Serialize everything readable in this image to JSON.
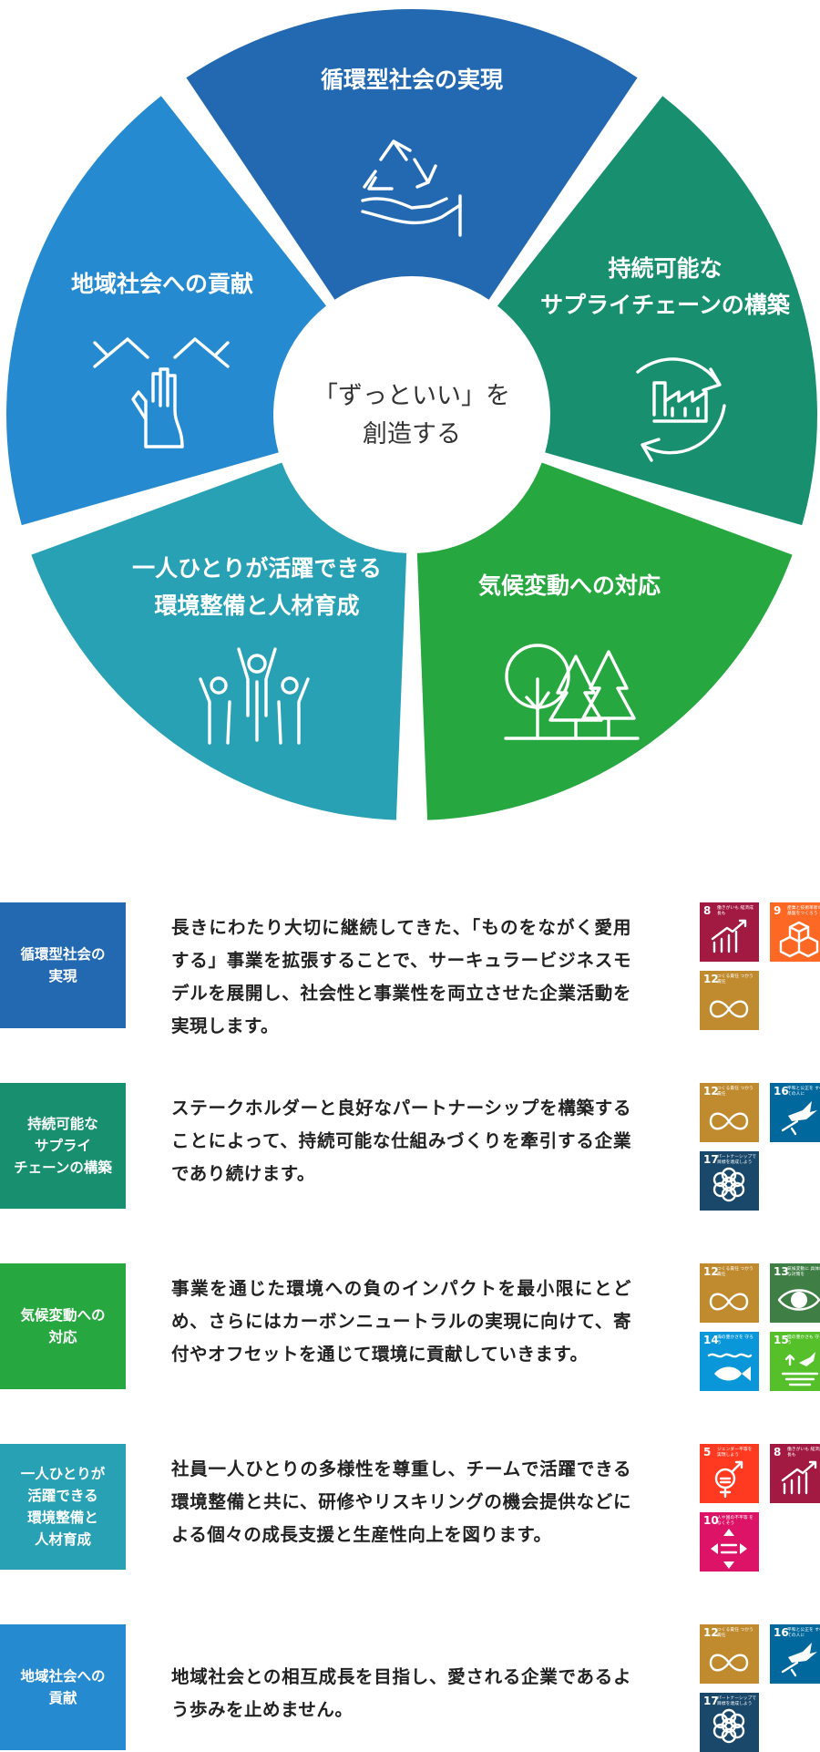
{
  "wheel": {
    "center": {
      "line1": "「ずっといい」を",
      "line2": "創造する"
    },
    "segments": [
      {
        "id": "circular",
        "lines": [
          "循環型社会の実現"
        ],
        "color": "#2369b1",
        "icon": "recycle-hand-icon"
      },
      {
        "id": "supply",
        "lines": [
          "持続可能な",
          "サプライチェーンの構築"
        ],
        "color": "#188f6e",
        "icon": "factory-cycle-icon"
      },
      {
        "id": "climate",
        "lines": [
          "気候変動への対応"
        ],
        "color": "#27a73f",
        "icon": "trees-icon"
      },
      {
        "id": "people",
        "lines": [
          "一人ひとりが活躍できる",
          "環境整備と人材育成"
        ],
        "color": "#29a1b4",
        "icon": "people-cheering-icon"
      },
      {
        "id": "community",
        "lines": [
          "地域社会への貢献"
        ],
        "color": "#268ad0",
        "icon": "joined-hands-icon"
      }
    ]
  },
  "rows": [
    {
      "label": "循環型社会の\n実現",
      "color": "#2369b1",
      "desc": "長きにわたり大切に継続してきた、「ものをながく愛用する」事業を拡張することで、サーキュラービジネスモデルを展開し、社会性と事業性を両立させた企業活動を実現します。",
      "sdgs": [
        {
          "num": "8",
          "caption": "働きがいも 経済成長も",
          "color": "#a21942",
          "icon": "growth-chart-icon"
        },
        {
          "num": "9",
          "caption": "産業と技術革新の 基盤をつくろう",
          "color": "#fd6925",
          "icon": "cubes-icon"
        },
        {
          "num": "12",
          "caption": "つくる責任 つかう責任",
          "color": "#bf8b2e",
          "icon": "infinity-icon"
        }
      ]
    },
    {
      "label": "持続可能な\nサプライ\nチェーンの構築",
      "color": "#188f6e",
      "desc": "ステークホルダーと良好なパートナーシップを構築することによって、持続可能な仕組みづくりを牽引する企業であり続けます。",
      "sdgs": [
        {
          "num": "12",
          "caption": "つくる責任 つかう責任",
          "color": "#bf8b2e",
          "icon": "infinity-icon"
        },
        {
          "num": "16",
          "caption": "平和と公正を すべての人に",
          "color": "#00689d",
          "icon": "dove-icon"
        },
        {
          "num": "17",
          "caption": "パートナーシップで 目標を達成しよう",
          "color": "#19486a",
          "icon": "flower-rings-icon"
        }
      ]
    },
    {
      "label": "気候変動への\n対応",
      "color": "#27a73f",
      "desc": "事業を通じた環境への負のインパクトを最小限にとどめ、さらにはカーボンニュートラルの実現に向けて、寄付やオフセットを通じて環境に貢献していきます。",
      "sdgs": [
        {
          "num": "12",
          "caption": "つくる責任 つかう責任",
          "color": "#bf8b2e",
          "icon": "infinity-icon"
        },
        {
          "num": "13",
          "caption": "気候変動に 具体的な対策を",
          "color": "#3f7e44",
          "icon": "eye-globe-icon"
        },
        {
          "num": "14",
          "caption": "海の豊かさを 守ろう",
          "color": "#0a97d9",
          "icon": "fish-icon"
        },
        {
          "num": "15",
          "caption": "陸の豊かさも 守ろう",
          "color": "#56c02b",
          "icon": "land-bird-icon"
        }
      ]
    },
    {
      "label": "一人ひとりが\n活躍できる\n環境整備と\n人材育成",
      "color": "#29a1b4",
      "desc": "社員一人ひとりの多様性を尊重し、チームで活躍できる環境整備と共に、研修やリスキリングの機会提供などによる個々の成長支援と生産性向上を図ります。",
      "sdgs": [
        {
          "num": "5",
          "caption": "ジェンダー平等を 実現しよう",
          "color": "#ff3a21",
          "icon": "gender-icon"
        },
        {
          "num": "8",
          "caption": "働きがいも 経済成長も",
          "color": "#a21942",
          "icon": "growth-chart-icon"
        },
        {
          "num": "10",
          "caption": "人や国の不平等 をなくそう",
          "color": "#dd1367",
          "icon": "equality-icon"
        }
      ]
    },
    {
      "label": "地域社会への\n貢献",
      "color": "#268ad0",
      "desc": "地域社会との相互成長を目指し、愛される企業であるよう歩みを止めません。",
      "sdgs": [
        {
          "num": "12",
          "caption": "つくる責任 つかう責任",
          "color": "#bf8b2e",
          "icon": "infinity-icon"
        },
        {
          "num": "16",
          "caption": "平和と公正を すべての人に",
          "color": "#00689d",
          "icon": "dove-icon"
        },
        {
          "num": "17",
          "caption": "パートナーシップで 目標を達成しよう",
          "color": "#19486a",
          "icon": "flower-rings-icon"
        }
      ]
    }
  ]
}
